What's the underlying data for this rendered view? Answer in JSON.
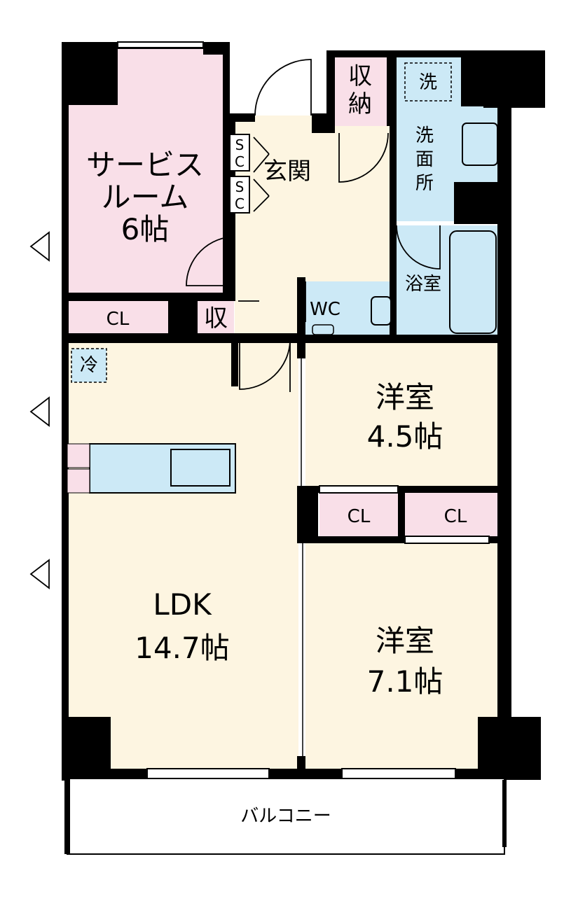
{
  "rooms": {
    "service_room": {
      "name": "サービス",
      "name2": "ルーム",
      "size": "6帖"
    },
    "ldk": {
      "name": "LDK",
      "size": "14.7帖"
    },
    "western1": {
      "name": "洋室",
      "size": "4.5帖"
    },
    "western2": {
      "name": "洋室",
      "size": "7.1帖"
    },
    "entrance": {
      "name": "玄関"
    },
    "storage_top": {
      "line1": "収",
      "line2": "納"
    },
    "storage_small": {
      "name": "収"
    },
    "washroom": {
      "line1": "洗",
      "line2": "面",
      "line3": "所"
    },
    "bathroom": {
      "name": "浴室"
    },
    "wc": {
      "name": "WC"
    },
    "balcony": {
      "name": "バルコニー"
    }
  },
  "closets": {
    "service_cl": "CL",
    "western_cl_left": "CL",
    "western_cl_right": "CL"
  },
  "shoe_cabinets": {
    "top_s": "S",
    "top_c": "C",
    "bottom_s": "S",
    "bottom_c": "C"
  },
  "appliances": {
    "washer": "洗",
    "fridge": "冷"
  },
  "colors": {
    "wall": "#000000",
    "service_room": "#f9dfe8",
    "ldk": "#fdf5e1",
    "water": "#cce9f6",
    "closet": "#f9dfe8"
  }
}
